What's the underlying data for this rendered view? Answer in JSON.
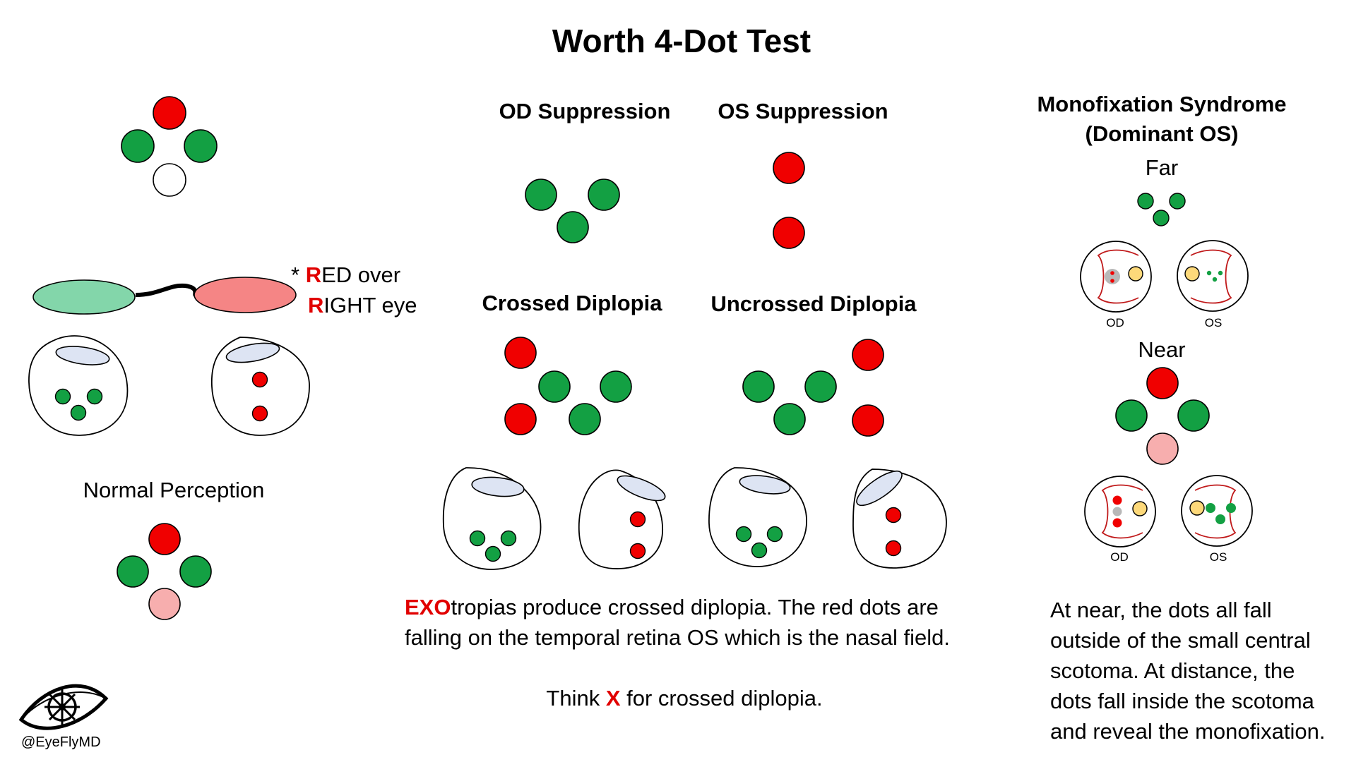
{
  "title": "Worth 4-Dot Test",
  "colors": {
    "red": "#f00000",
    "green": "#13a043",
    "light_red": "#f7aeae",
    "lens_green": "#83d6aa",
    "lens_red": "#f58585",
    "iris": "#dde4f3",
    "yellow": "#fdd97a",
    "gray": "#b8b8b8",
    "accent_text": "#e10000"
  },
  "left": {
    "glasses_note": {
      "star": "* ",
      "line1_accent": "R",
      "line1_rest": "ED over",
      "line2_accent": "R",
      "line2_rest": "IGHT eye"
    },
    "normal_perception": "Normal Perception"
  },
  "middle": {
    "od_suppression": "OD Suppression",
    "os_suppression": "OS Suppression",
    "crossed_diplopia": "Crossed Diplopia",
    "uncrossed_diplopia": "Uncrossed Diplopia",
    "explanation": {
      "accent": "EXO",
      "line1_rest": "tropias produce crossed diplopia. The red dots are",
      "line2": "falling on the temporal retina OS which is the nasal field.",
      "think_prefix": "Think ",
      "think_accent": "X",
      "think_suffix": " for crossed diplopia."
    }
  },
  "right": {
    "title_line1": "Monofixation Syndrome",
    "title_line2": "(Dominant OS)",
    "far": "Far",
    "near": "Near",
    "od": "OD",
    "os": "OS",
    "explanation_lines": [
      "At near, the dots all fall",
      "outside of the small central",
      "scotoma. At distance, the",
      "dots fall inside the scotoma",
      "and reveal the monofixation."
    ]
  },
  "logo": {
    "icon": "eye-ship-wheel-icon",
    "handle": "@EyeFlyMD"
  }
}
